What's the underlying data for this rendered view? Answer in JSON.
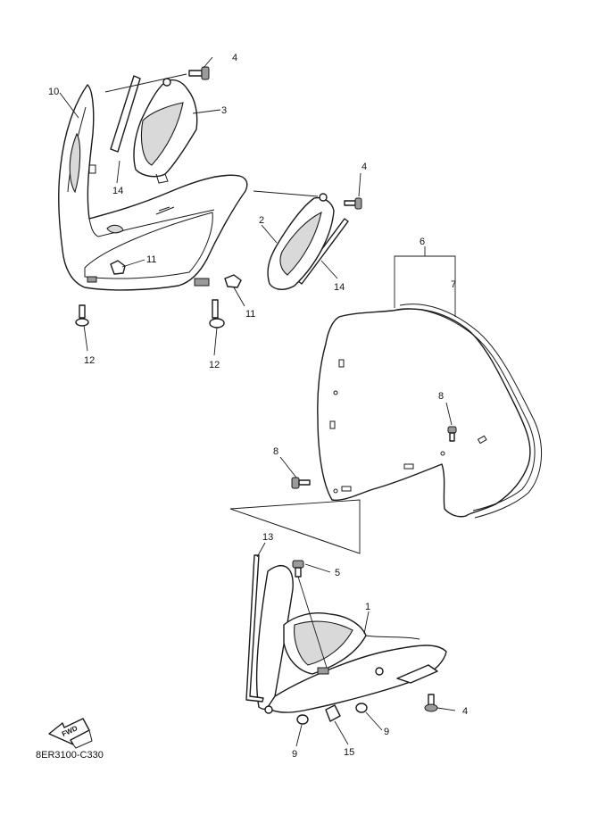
{
  "callouts": {
    "c1": "1",
    "c2": "2",
    "c3": "3",
    "c4a": "4",
    "c4b": "4",
    "c4c": "4",
    "c5": "5",
    "c6": "6",
    "c7": "7",
    "c8a": "8",
    "c8b": "8",
    "c9a": "9",
    "c9b": "9",
    "c10": "10",
    "c11a": "11",
    "c11b": "11",
    "c12a": "12",
    "c12b": "12",
    "c13": "13",
    "c14a": "14",
    "c14b": "14",
    "c15": "15"
  },
  "fwd_label": "FWD",
  "drawing_code": "8ER3100-C330"
}
